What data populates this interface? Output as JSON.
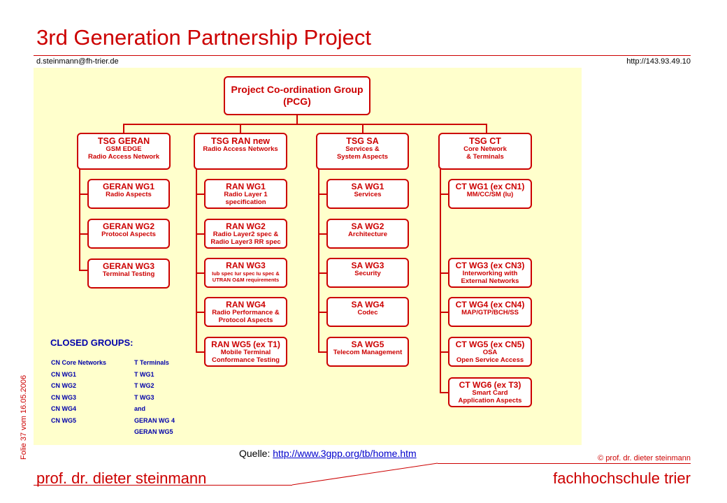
{
  "slide": {
    "title": "3rd Generation Partnership Project",
    "email": "d.steinmann@fh-trier.de",
    "url": "http://143.93.49.10",
    "side_label": "Folie 37 vom 16.05.2006",
    "source_prefix": "Quelle: ",
    "source_link": "http://www.3gpp.org/tb/home.htm",
    "copyright": "© prof. dr. dieter steinmann",
    "footer_left": "prof. dr. dieter steinmann",
    "footer_right": "fachhochschule trier"
  },
  "diagram": {
    "pcg": {
      "title": "Project Co-ordination Group",
      "subtitle": "(PCG)"
    },
    "tsgs": [
      {
        "title": "TSG GERAN",
        "lines": [
          "GSM EDGE",
          "Radio Access Network"
        ],
        "wgs": [
          {
            "title": "GERAN  WG1",
            "lines": [
              "Radio Aspects"
            ]
          },
          {
            "title": "GERAN  WG2",
            "lines": [
              "Protocol Aspects"
            ]
          },
          {
            "title": "GERAN  WG3",
            "lines": [
              "Terminal Testing"
            ]
          }
        ]
      },
      {
        "title": "TSG RAN new",
        "lines": [
          "Radio Access Networks"
        ],
        "wgs": [
          {
            "title": "RAN  WG1",
            "lines": [
              "Radio Layer 1",
              "specification"
            ]
          },
          {
            "title": "RAN  WG2",
            "lines": [
              "Radio Layer2 spec &",
              "Radio Layer3 RR spec"
            ]
          },
          {
            "title": "RAN  WG3",
            "lines": [
              "Iub spec Iur spec Iu spec &",
              "UTRAN O&M requirements"
            ]
          },
          {
            "title": "RAN  WG4",
            "lines": [
              "Radio Performance &",
              "Protocol Aspects"
            ]
          },
          {
            "title": "RAN  WG5 (ex T1)",
            "lines": [
              "Mobile Terminal",
              "Conformance Testing"
            ]
          }
        ]
      },
      {
        "title": "TSG SA",
        "lines": [
          "Services &",
          "System Aspects"
        ],
        "wgs": [
          {
            "title": "SA WG1",
            "lines": [
              "Services"
            ]
          },
          {
            "title": "SA WG2",
            "lines": [
              "Architecture"
            ]
          },
          {
            "title": "SA WG3",
            "lines": [
              "Security"
            ]
          },
          {
            "title": "SA WG4",
            "lines": [
              "Codec"
            ]
          },
          {
            "title": "SA WG5",
            "lines": [
              "Telecom Management"
            ]
          }
        ]
      },
      {
        "title": "TSG CT",
        "lines": [
          "Core Network",
          "& Terminals"
        ],
        "wgs": [
          {
            "title": "CT WG1 (ex CN1)",
            "lines": [
              "MM/CC/SM (Iu)"
            ]
          },
          {
            "title": "CT WG3 (ex CN3)",
            "lines": [
              "Interworking with",
              "External Networks"
            ]
          },
          {
            "title": "CT WG4 (ex CN4)",
            "lines": [
              "MAP/GTP/BCH/SS"
            ]
          },
          {
            "title": "CT WG5 (ex CN5)",
            "lines": [
              "OSA",
              "Open Service Access"
            ]
          },
          {
            "title": "CT WG6 (ex T3)",
            "lines": [
              "Smart Card",
              "Application Aspects"
            ]
          }
        ]
      }
    ],
    "closed_groups": {
      "title": "CLOSED GROUPS:",
      "col1": [
        "CN Core Networks",
        "CN WG1",
        "CN WG2",
        "CN WG3",
        "CN WG4",
        "CN WG5"
      ],
      "col2": [
        "T Terminals",
        "T WG1",
        "T WG2",
        "T WG3",
        "and",
        "GERAN WG 4",
        "GERAN WG5"
      ]
    }
  },
  "colors": {
    "accent": "#cc0000",
    "panel": "#ffffcc",
    "closed_groups": "#0000aa"
  }
}
